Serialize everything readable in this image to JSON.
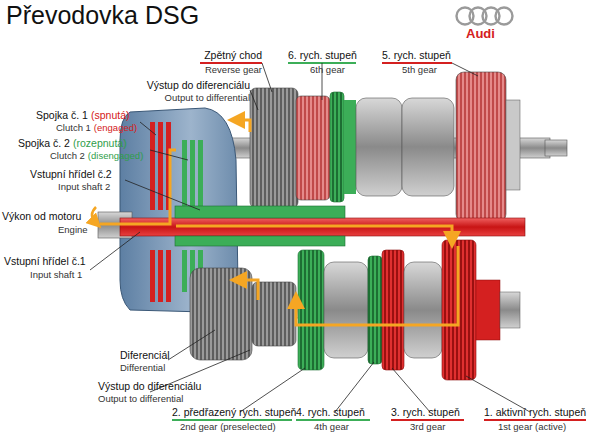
{
  "diagram": {
    "title": "Převodovka DSG",
    "labels": [
      "Audi",
      "Zpětný chod",
      "Reverse gear",
      "6. rych. stupeň",
      "6th gear",
      "5. rych. stupeň",
      "5th gear",
      "Výstup do diferenciálu",
      "Output to differential",
      "Spojka č. 1",
      "(spnutá)",
      "Clutch 1",
      "(engaged)",
      "Spojka č. 2",
      "(rozepnutá)",
      "Clutch 2",
      "(disengaged)",
      "Vstupní hřídel č.2",
      "Input shaft 2",
      "Výkon od motoru",
      "Engine",
      "Vstupní hřídel č.1",
      "Input shaft 1",
      "Diferenciál",
      "Differential",
      "Výstup do diferenciálu",
      "Output to differential",
      "2. předřazený rych. stupeň",
      "2nd gear (preselected)",
      "4. rych. stupeň",
      "4th gear",
      "3. rych. stupeň",
      "3rd gear",
      "1. aktivní rych. stupeň",
      "1st gear (active)"
    ]
  }
}
